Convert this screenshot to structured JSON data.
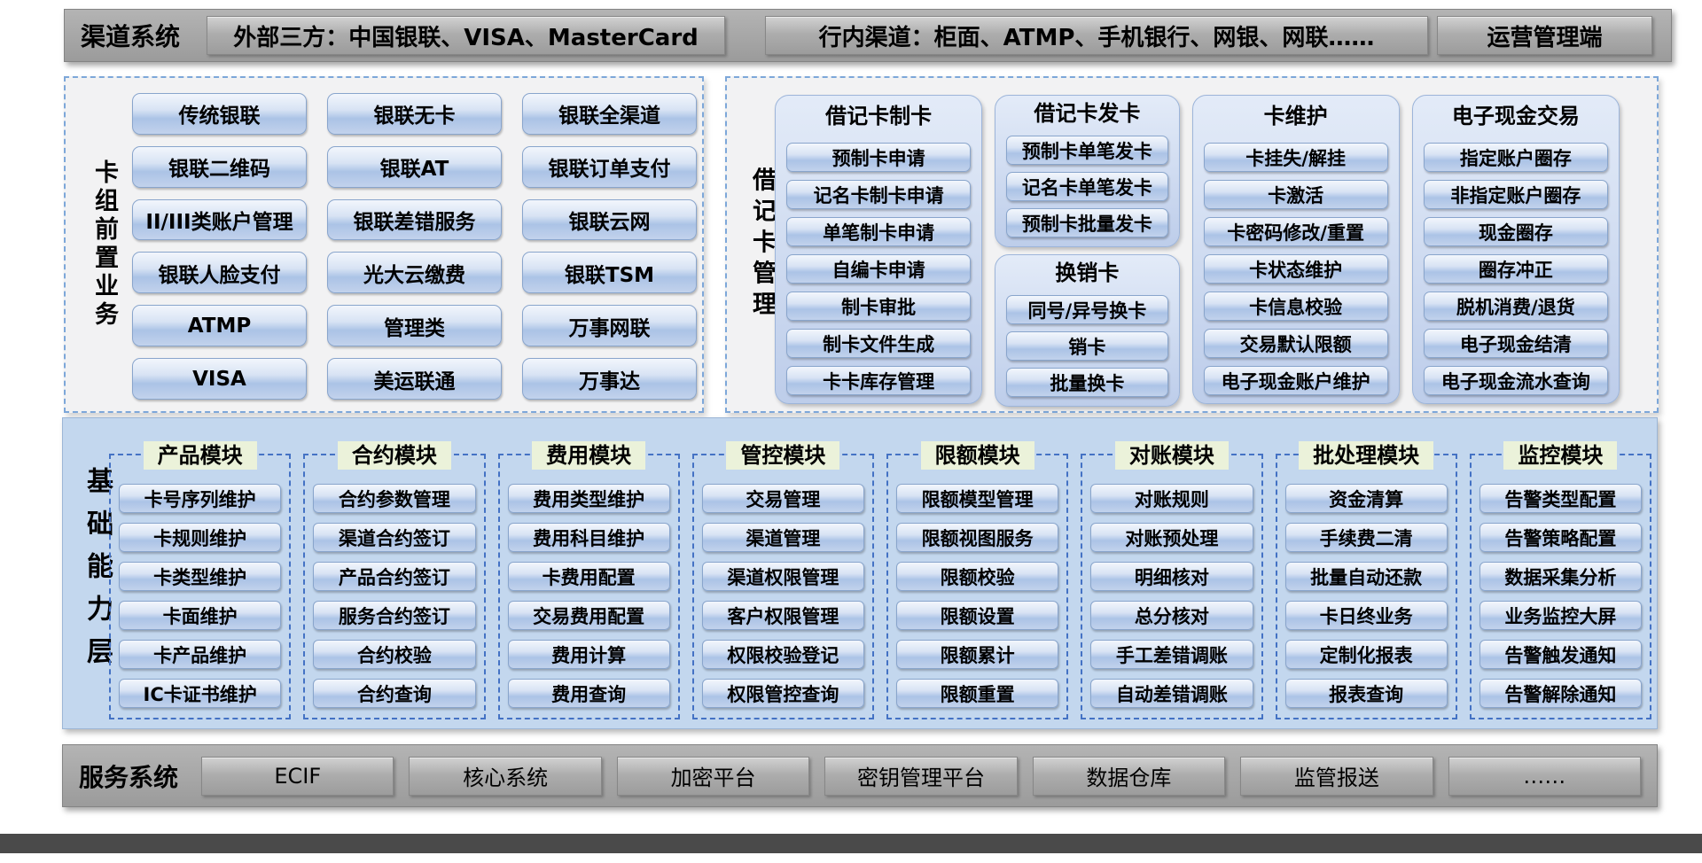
{
  "channel_system": {
    "label": "渠道系统",
    "buttons": [
      "外部三方：中国银联、VISA、MasterCard",
      "行内渠道：柜面、ATMP、手机银行、网银、网联……",
      "运营管理端"
    ]
  },
  "card_front": {
    "label": "卡组前置业务",
    "items": [
      "传统银联",
      "银联无卡",
      "银联全渠道",
      "银联二维码",
      "银联AT",
      "银联订单支付",
      "II/III类账户管理",
      "银联差错服务",
      "银联云网",
      "银联人脸支付",
      "光大云缴费",
      "银联TSM",
      "ATMP",
      "管理类",
      "万事网联",
      "VISA",
      "美运联通",
      "万事达"
    ]
  },
  "debit_card": {
    "label": "借记卡管理",
    "groups": [
      {
        "title": "借记卡制卡",
        "items": [
          "预制卡申请",
          "记名卡制卡申请",
          "单笔制卡申请",
          "自编卡申请",
          "制卡审批",
          "制卡文件生成",
          "卡卡库存管理"
        ]
      },
      {
        "title": "借记卡发卡",
        "items": [
          "预制卡单笔发卡",
          "记名卡单笔发卡",
          "预制卡批量发卡"
        ]
      },
      {
        "title": "换销卡",
        "items": [
          "同号/异号换卡",
          "销卡",
          "批量换卡"
        ]
      },
      {
        "title": "卡维护",
        "items": [
          "卡挂失/解挂",
          "卡激活",
          "卡密码修改/重置",
          "卡状态维护",
          "卡信息校验",
          "交易默认限额",
          "电子现金账户维护"
        ]
      },
      {
        "title": "电子现金交易",
        "items": [
          "指定账户圈存",
          "非指定账户圈存",
          "现金圈存",
          "圈存冲正",
          "脱机消费/退货",
          "电子现金结清",
          "电子现金流水查询"
        ]
      }
    ]
  },
  "basic_layer": {
    "label": "基础能力层",
    "modules": [
      {
        "title": "产品模块",
        "items": [
          "卡号序列维护",
          "卡规则维护",
          "卡类型维护",
          "卡面维护",
          "卡产品维护",
          "IC卡证书维护"
        ]
      },
      {
        "title": "合约模块",
        "items": [
          "合约参数管理",
          "渠道合约签订",
          "产品合约签订",
          "服务合约签订",
          "合约校验",
          "合约查询"
        ]
      },
      {
        "title": "费用模块",
        "items": [
          "费用类型维护",
          "费用科目维护",
          "卡费用配置",
          "交易费用配置",
          "费用计算",
          "费用查询"
        ]
      },
      {
        "title": "管控模块",
        "items": [
          "交易管理",
          "渠道管理",
          "渠道权限管理",
          "客户权限管理",
          "权限校验登记",
          "权限管控查询"
        ]
      },
      {
        "title": "限额模块",
        "items": [
          "限额模型管理",
          "限额视图服务",
          "限额校验",
          "限额设置",
          "限额累计",
          "限额重置"
        ]
      },
      {
        "title": "对账模块",
        "items": [
          "对账规则",
          "对账预处理",
          "明细核对",
          "总分核对",
          "手工差错调账",
          "自动差错调账"
        ]
      },
      {
        "title": "批处理模块",
        "items": [
          "资金清算",
          "手续费二清",
          "批量自动还款",
          "卡日终业务",
          "定制化报表",
          "报表查询"
        ]
      },
      {
        "title": "监控模块",
        "items": [
          "告警类型配置",
          "告警策略配置",
          "数据采集分析",
          "业务监控大屏",
          "告警触发通知",
          "告警解除通知"
        ]
      }
    ]
  },
  "service_system": {
    "label": "服务系统",
    "buttons": [
      "ECIF",
      "核心系统",
      "加密平台",
      "密钥管理平台",
      "数据仓库",
      "监管报送",
      "……"
    ]
  },
  "colors": {
    "bar_gray": "#a3a3a3",
    "panel_dash_blue": "#7da7d9",
    "module_dash_blue": "#4472c4",
    "basic_layer_bg": "#c3d7ee",
    "pill_blue": "#abc3e6",
    "module_header_bg": "#ebf2da",
    "bottom_bar": "#4a4a4a"
  }
}
